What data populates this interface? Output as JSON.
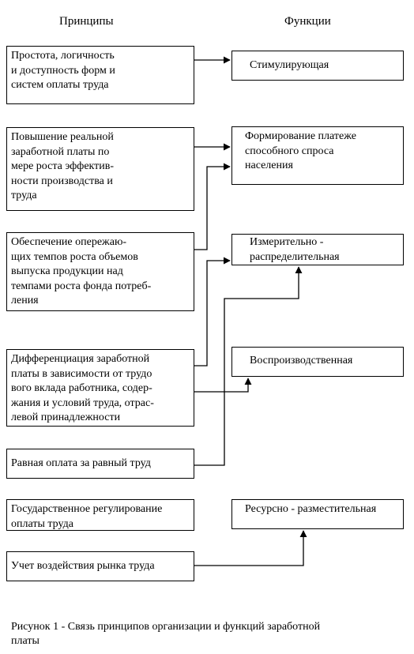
{
  "headers": {
    "principles": "Принципы",
    "functions": "Функции"
  },
  "principles": [
    "Простота, логичность\nи доступность форм и\nсистем оплаты труда",
    "Повышение реальной\nзаработной платы по\nмере роста эффектив-\nности производства и\nтруда",
    "Обеспечение опережаю-\nщих темпов роста объемов\nвыпуска продукции над\nтемпами роста фонда потреб-\nления",
    "Дифференциация заработной\nплаты в зависимости  от трудо\nвого вклада работника, содер-\nжания и условий труда, отрас-\nлевой принадлежности",
    "Равная оплата за равный труд",
    "Государственное регулирование\nоплаты труда",
    "Учет воздействия рынка труда"
  ],
  "functions": [
    "Стимулирующая",
    "Формирование платеже\nспособного спроса\nнаселения",
    "Измерительно -\nраспределительная",
    "Воспроизводственная",
    "Ресурсно - разместительная"
  ],
  "caption": "Рисунок 1 -  Связь принципов организации и функций заработной\n                      платы"
}
